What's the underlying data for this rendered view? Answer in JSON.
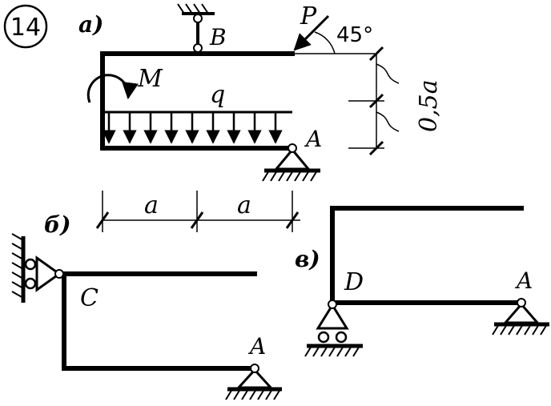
{
  "problem_number": "14",
  "variants": {
    "a": {
      "tag": "а)",
      "load_P": "P",
      "angle": "45°",
      "moment": "M",
      "distributed_load": "q",
      "support_B": "B",
      "support_A": "A",
      "height_dim": "0,5a"
    },
    "b": {
      "tag": "б)",
      "joint_C": "C",
      "support_A": "A",
      "span_1": "a",
      "span_2": "a"
    },
    "v": {
      "tag": "в)",
      "joint_D": "D",
      "support_A": "A"
    }
  }
}
